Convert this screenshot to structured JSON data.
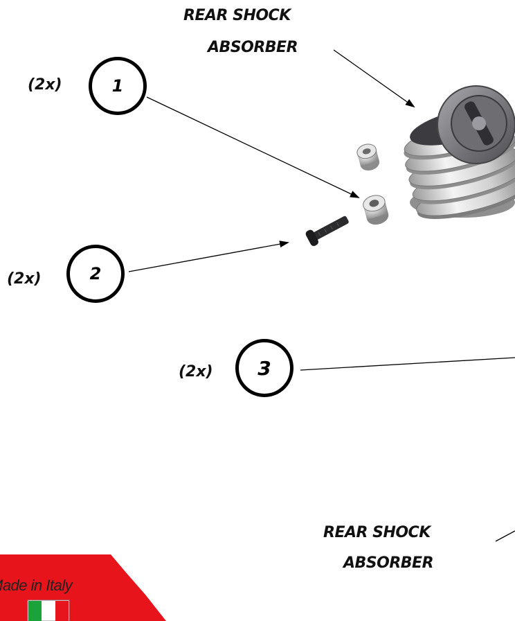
{
  "callouts": {
    "top_label_line1": "REAR SHOCK",
    "top_label_line2": "ABSORBER",
    "bottom_label_line1": "REAR SHOCK",
    "bottom_label_line2": "ABSORBER"
  },
  "parts": [
    {
      "number": "1",
      "quantity": "(2x)"
    },
    {
      "number": "2",
      "quantity": "(2x)"
    },
    {
      "number": "3",
      "quantity": "(2x)"
    }
  ],
  "badge": {
    "text": "Made in Italy",
    "color": "#e8141c",
    "flag_colors": [
      "#1aa33a",
      "#ffffff",
      "#e8141c"
    ]
  }
}
